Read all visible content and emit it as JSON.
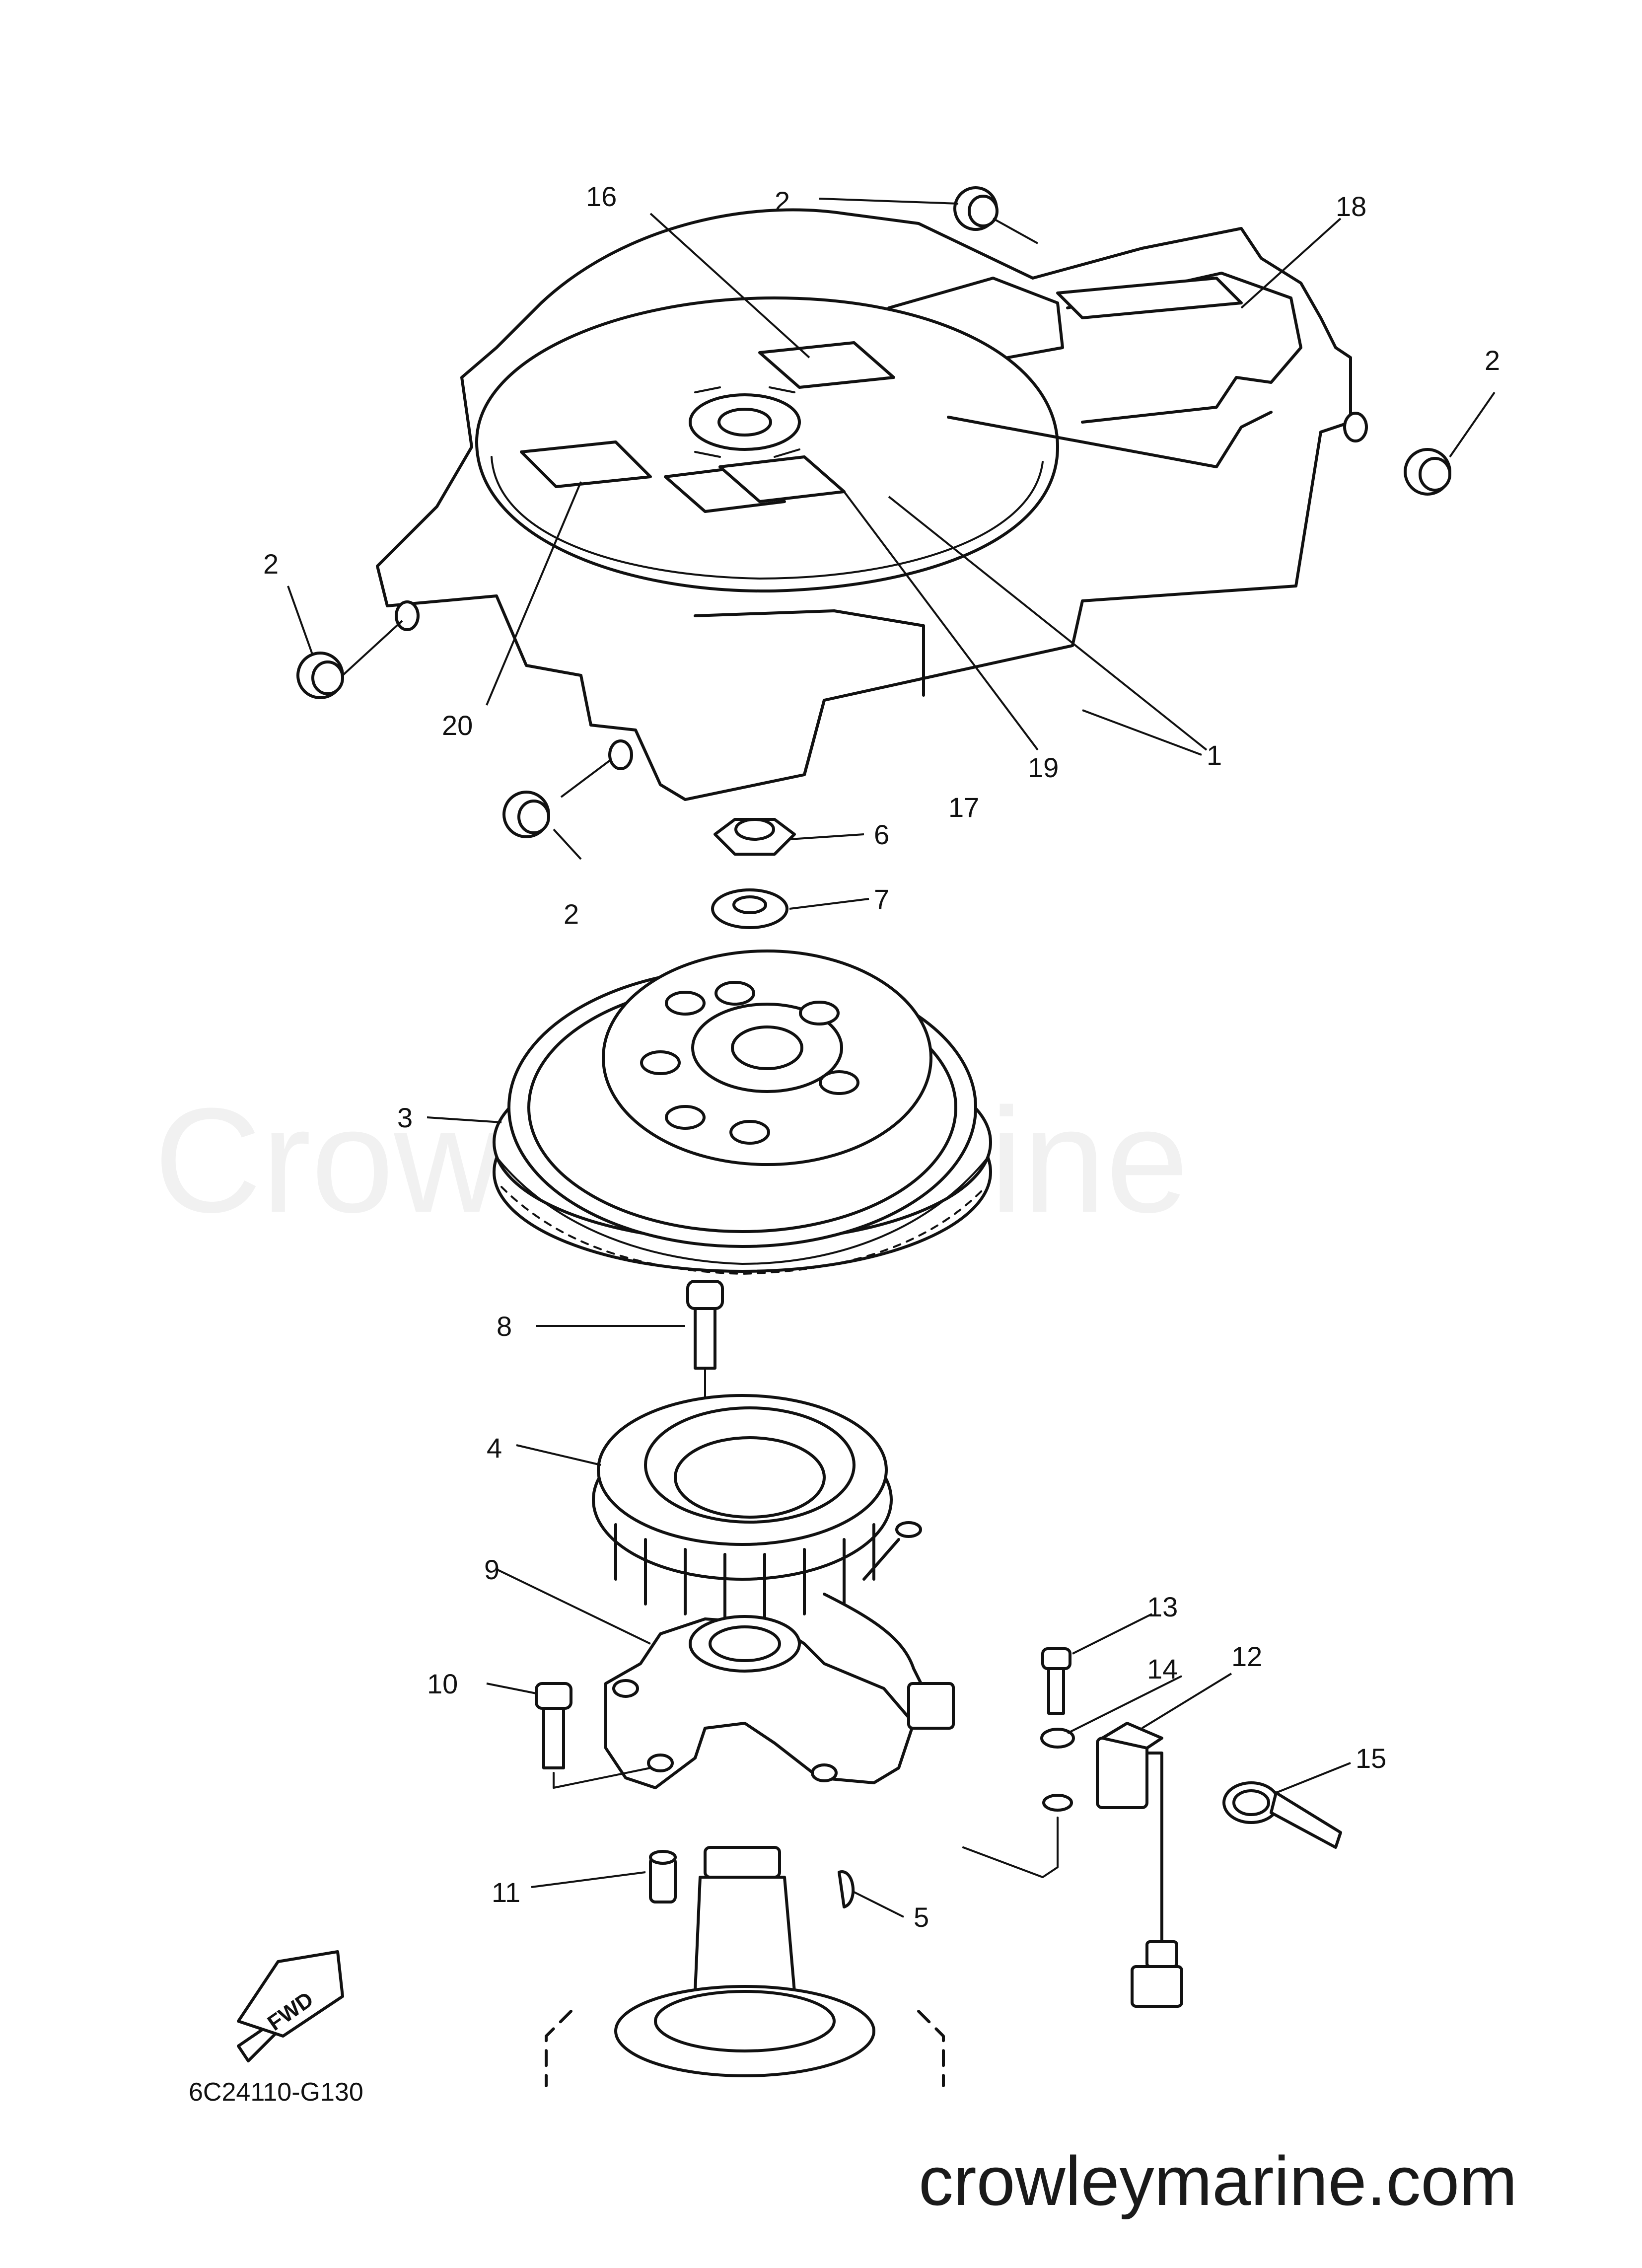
{
  "diagram": {
    "drawing_code": "6C24110-G130",
    "fwd_label": "FWD",
    "watermark": "Crowley Marine",
    "footer": "crowleymarine.com",
    "callouts": [
      {
        "id": "c16a",
        "num": "16"
      },
      {
        "id": "c2a",
        "num": "2"
      },
      {
        "id": "c18",
        "num": "18"
      },
      {
        "id": "c2b",
        "num": "2"
      },
      {
        "id": "c2c",
        "num": "2"
      },
      {
        "id": "c20",
        "num": "20"
      },
      {
        "id": "c19",
        "num": "19"
      },
      {
        "id": "c1",
        "num": "1"
      },
      {
        "id": "c17",
        "num": "17"
      },
      {
        "id": "c6",
        "num": "6"
      },
      {
        "id": "c7",
        "num": "7"
      },
      {
        "id": "c2d",
        "num": "2"
      },
      {
        "id": "c3",
        "num": "3"
      },
      {
        "id": "c8",
        "num": "8"
      },
      {
        "id": "c4",
        "num": "4"
      },
      {
        "id": "c9",
        "num": "9"
      },
      {
        "id": "c13",
        "num": "13"
      },
      {
        "id": "c14",
        "num": "14"
      },
      {
        "id": "c12",
        "num": "12"
      },
      {
        "id": "c10",
        "num": "10"
      },
      {
        "id": "c15",
        "num": "15"
      },
      {
        "id": "c11",
        "num": "11"
      },
      {
        "id": "c5",
        "num": "5"
      }
    ]
  }
}
